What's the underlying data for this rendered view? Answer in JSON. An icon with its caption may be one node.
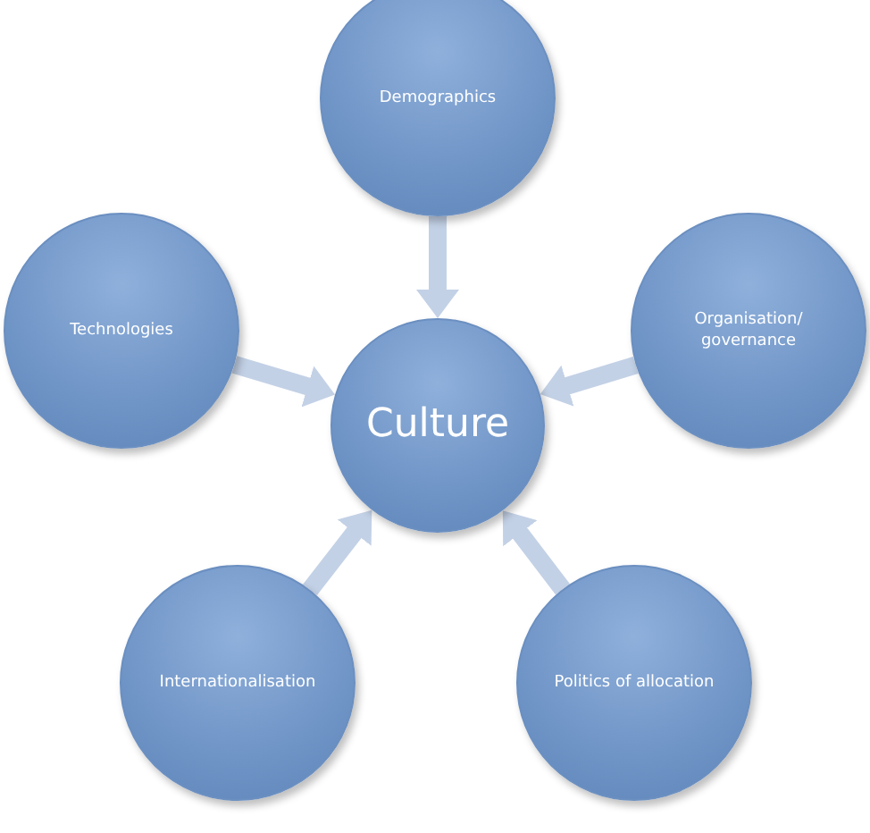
{
  "diagram": {
    "nodes": [
      {
        "text": [
          "Demographics"
        ]
      },
      {
        "text": [
          "Technologies"
        ]
      },
      {
        "text": [
          "Culture"
        ]
      },
      {
        "text": [
          "Organisation/ governance"
        ]
      },
      {
        "text": [
          "Internationalisation"
        ]
      },
      {
        "text": [
          "Politics of allocation"
        ]
      }
    ],
    "edges": [
      {
        "from": 0,
        "to": 2,
        "arrow": "to"
      },
      {
        "from": 1,
        "to": 2,
        "arrow": "to"
      },
      {
        "from": 3,
        "to": 2,
        "arrow": "to"
      },
      {
        "from": 4,
        "to": 2,
        "arrow": "to"
      },
      {
        "from": 5,
        "to": 2,
        "arrow": "to"
      }
    ]
  }
}
